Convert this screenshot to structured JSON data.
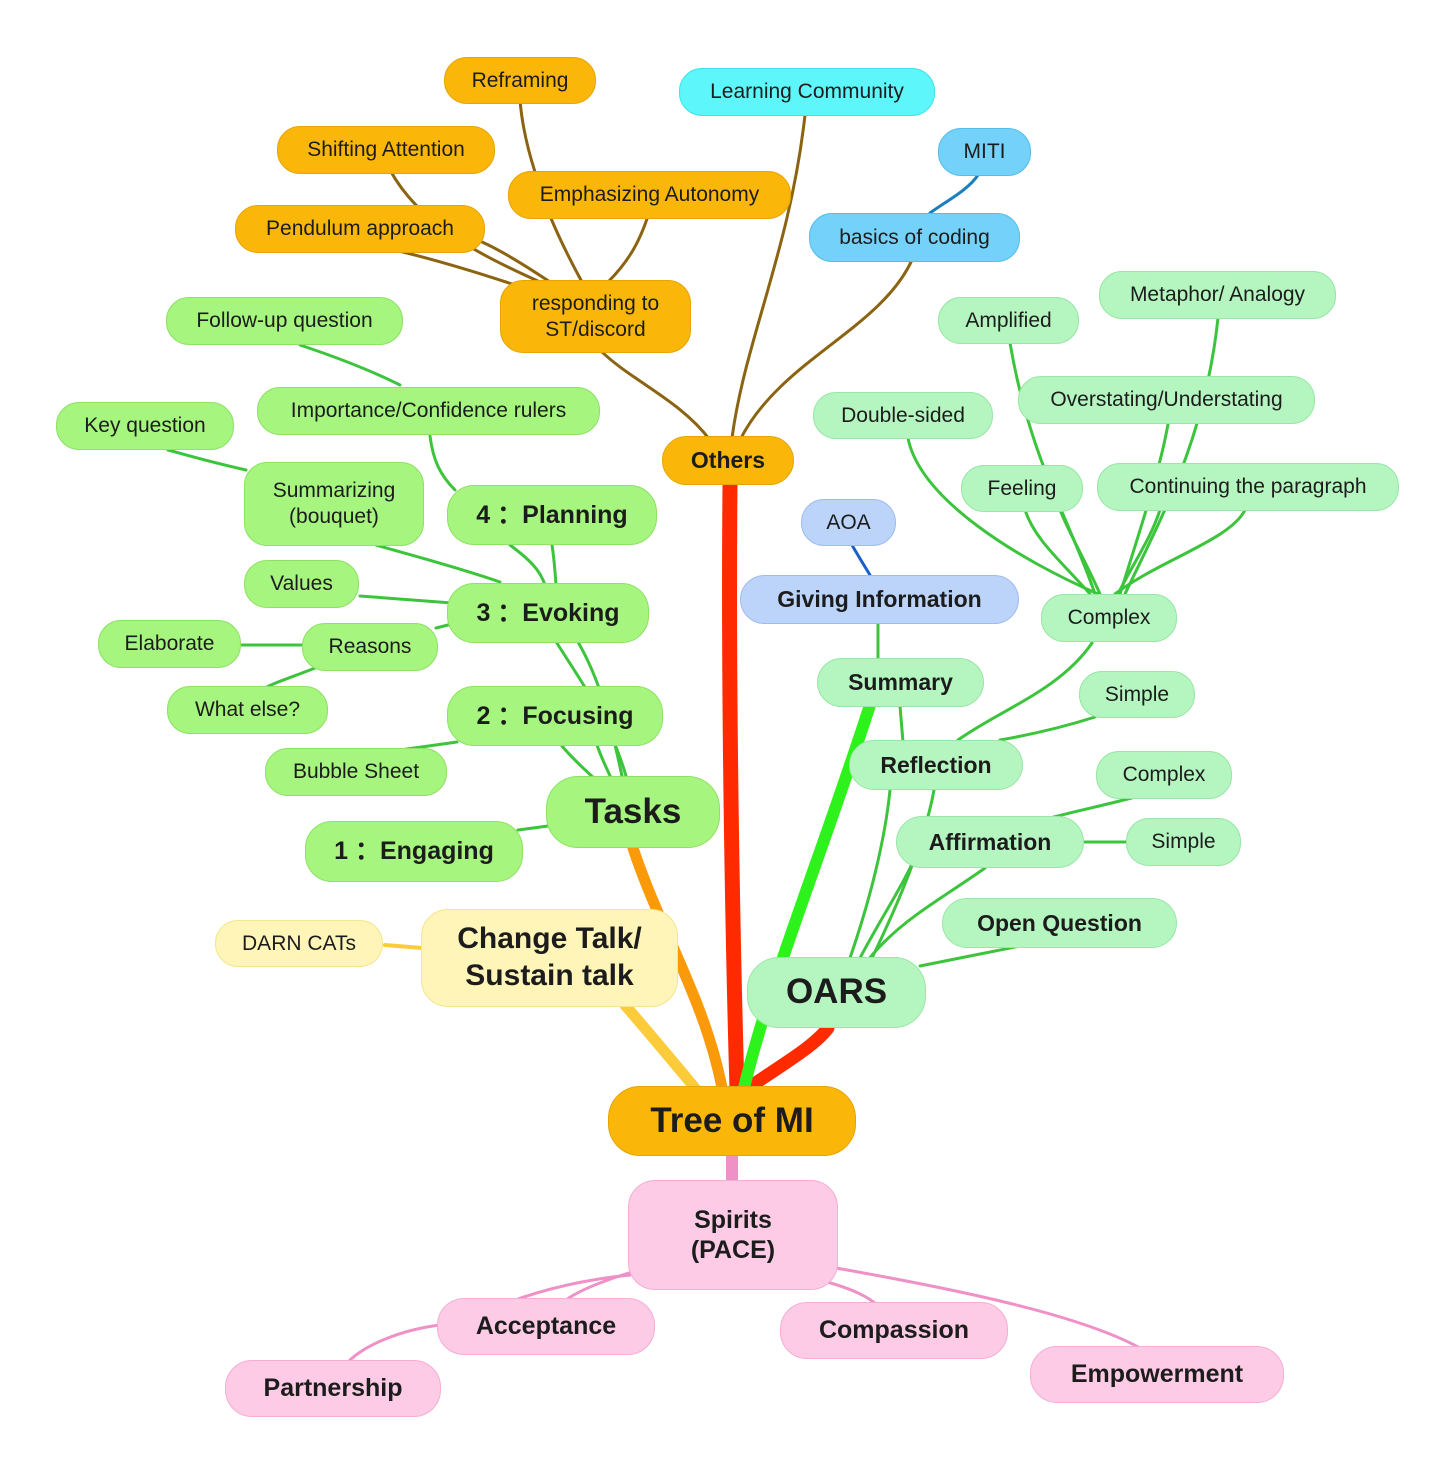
{
  "nodes": {
    "tree_of_mi": "Tree of MI",
    "spirits": "Spirits\n(PACE)",
    "acceptance": "Acceptance",
    "compassion": "Compassion",
    "empowerment": "Empowerment",
    "partnership": "Partnership",
    "change_talk": "Change Talk/\nSustain talk",
    "darn_cats": "DARN CATs",
    "tasks": "Tasks",
    "engaging": "1 ：Engaging",
    "focusing": "2 ：Focusing",
    "evoking": "3 ：Evoking",
    "planning": "4 ：Planning",
    "bubble_sheet": "Bubble Sheet",
    "what_else": "What else?",
    "reasons": "Reasons",
    "elaborate": "Elaborate",
    "values": "Values",
    "summarizing": "Summarizing\n(bouquet)",
    "key_question": "Key question",
    "importance_rulers": "Importance/Confidence rulers",
    "follow_up": "Follow-up question",
    "others": "Others",
    "responding": "responding to\nST/discord",
    "pendulum": "Pendulum approach",
    "shifting_attention": "Shifting Attention",
    "reframing": "Reframing",
    "emphasizing_autonomy": "Emphasizing Autonomy",
    "learning_community": "Learning Community",
    "basics_coding": "basics of coding",
    "miti": "MITI",
    "oars": "OARS",
    "open_question": "Open Question",
    "affirmation": "Affirmation",
    "aff_simple": "Simple",
    "aff_complex": "Complex",
    "reflection": "Reflection",
    "ref_simple": "Simple",
    "ref_complex": "Complex",
    "summary": "Summary",
    "giving_info": "Giving Information",
    "aoa": "AOA",
    "double_sided": "Double-sided",
    "feeling": "Feeling",
    "amplified": "Amplified",
    "continuing": "Continuing the paragraph",
    "overstating": "Overstating/Understating",
    "metaphor": "Metaphor/ Analogy"
  },
  "colors": {
    "orange": "#fbb709",
    "cyan": "#5df7fb",
    "sky_blue": "#74d2fa",
    "light_blue": "#bcd3fa",
    "lime_green": "#a5f57e",
    "mint_green": "#b5f6c0",
    "pale_yellow": "#fff5b8",
    "pink": "#fdcbe5",
    "trunk_red": "#ff2a00",
    "branch_brown": "#8b6412",
    "branch_green": "#3cc43c",
    "branch_pink": "#ef90c6"
  }
}
